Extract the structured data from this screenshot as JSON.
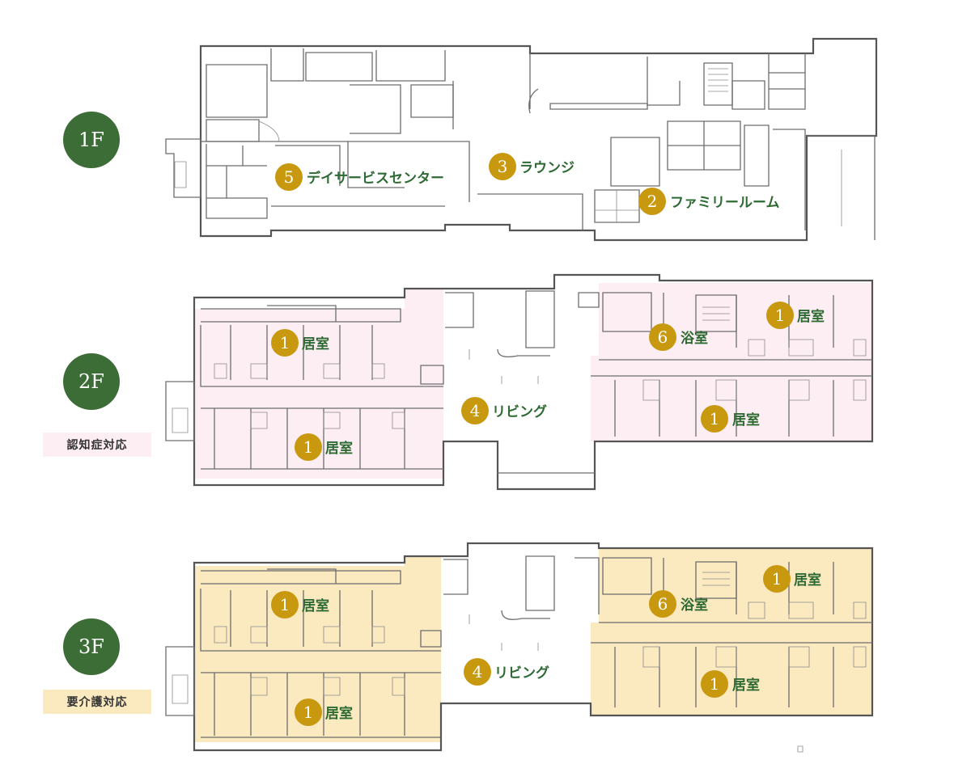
{
  "floors": [
    {
      "id": "1F",
      "label": "1F"
    },
    {
      "id": "2F",
      "label": "2F",
      "tag": "認知症対応"
    },
    {
      "id": "3F",
      "label": "3F",
      "tag": "要介護対応"
    }
  ],
  "colors": {
    "badge": "#3d6d36",
    "marker": "#c8980f",
    "label_text": "#2e6a33",
    "zone_2f": "#fdeef4",
    "zone_3f": "#fbe9c0",
    "tag_2f_bg": "#fdeef4",
    "tag_3f_bg": "#fbe9c0"
  },
  "labels": {
    "f1_day": {
      "num": "5",
      "text": "デイサービスセンター"
    },
    "f1_lounge": {
      "num": "3",
      "text": "ラウンジ"
    },
    "f1_family": {
      "num": "2",
      "text": "ファミリールーム"
    },
    "f2_room_a": {
      "num": "1",
      "text": "居室"
    },
    "f2_room_b": {
      "num": "1",
      "text": "居室"
    },
    "f2_room_c": {
      "num": "1",
      "text": "居室"
    },
    "f2_room_d": {
      "num": "1",
      "text": "居室"
    },
    "f2_bath": {
      "num": "6",
      "text": "浴室"
    },
    "f2_living": {
      "num": "4",
      "text": "リビング"
    },
    "f3_room_a": {
      "num": "1",
      "text": "居室"
    },
    "f3_room_b": {
      "num": "1",
      "text": "居室"
    },
    "f3_room_c": {
      "num": "1",
      "text": "居室"
    },
    "f3_room_d": {
      "num": "1",
      "text": "居室"
    },
    "f3_bath": {
      "num": "6",
      "text": "浴室"
    },
    "f3_living": {
      "num": "4",
      "text": "リビング"
    }
  }
}
